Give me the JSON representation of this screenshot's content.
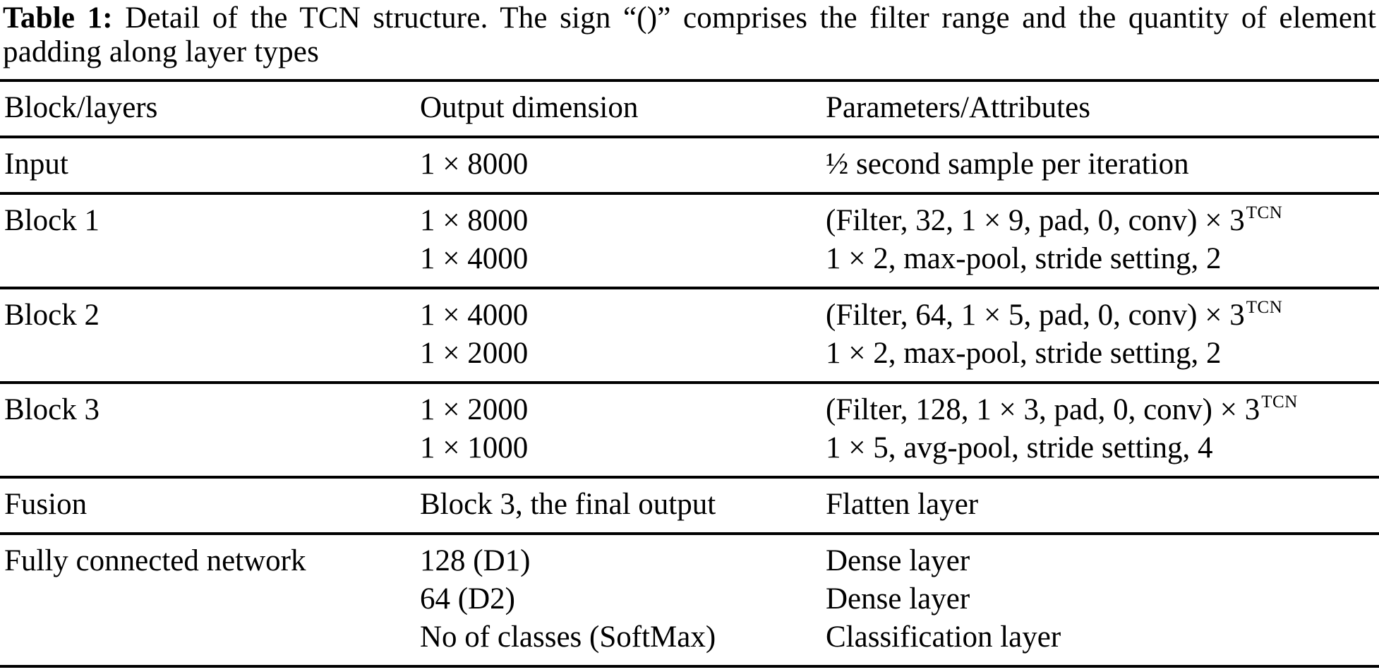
{
  "caption": {
    "label": "Table 1:",
    "text": " Detail of the TCN structure. The sign “()” comprises the filter range and the quantity of element padding along layer types"
  },
  "table": {
    "headers": [
      "Block/layers",
      "Output dimension",
      "Parameters/Attributes"
    ],
    "rows": [
      {
        "block": "Input",
        "dims": [
          "1 × 8000"
        ],
        "params": [
          {
            "text": "½ second sample per iteration",
            "sup": ""
          }
        ]
      },
      {
        "block": "Block 1",
        "dims": [
          "1 × 8000",
          "1 × 4000"
        ],
        "params": [
          {
            "text": "(Filter, 32, 1 × 9, pad, 0, conv) × 3",
            "sup": "TCN"
          },
          {
            "text": "1 × 2, max-pool, stride setting, 2",
            "sup": ""
          }
        ]
      },
      {
        "block": "Block 2",
        "dims": [
          "1 × 4000",
          "1 × 2000"
        ],
        "params": [
          {
            "text": "(Filter, 64, 1 × 5, pad, 0, conv) × 3",
            "sup": "TCN"
          },
          {
            "text": "1 × 2, max-pool, stride setting, 2",
            "sup": ""
          }
        ]
      },
      {
        "block": "Block 3",
        "dims": [
          "1 × 2000",
          "1 × 1000"
        ],
        "params": [
          {
            "text": "(Filter, 128, 1 × 3, pad, 0, conv) × 3",
            "sup": "TCN"
          },
          {
            "text": "1 × 5, avg-pool, stride setting, 4",
            "sup": ""
          }
        ]
      },
      {
        "block": "Fusion",
        "dims": [
          "Block 3, the final output"
        ],
        "params": [
          {
            "text": "Flatten layer",
            "sup": ""
          }
        ]
      },
      {
        "block": "Fully connected network",
        "dims": [
          "128 (D1)",
          "64 (D2)",
          "No of classes (SoftMax)"
        ],
        "params": [
          {
            "text": "Dense layer",
            "sup": ""
          },
          {
            "text": "Dense layer",
            "sup": ""
          },
          {
            "text": "Classification layer",
            "sup": ""
          }
        ]
      }
    ]
  }
}
